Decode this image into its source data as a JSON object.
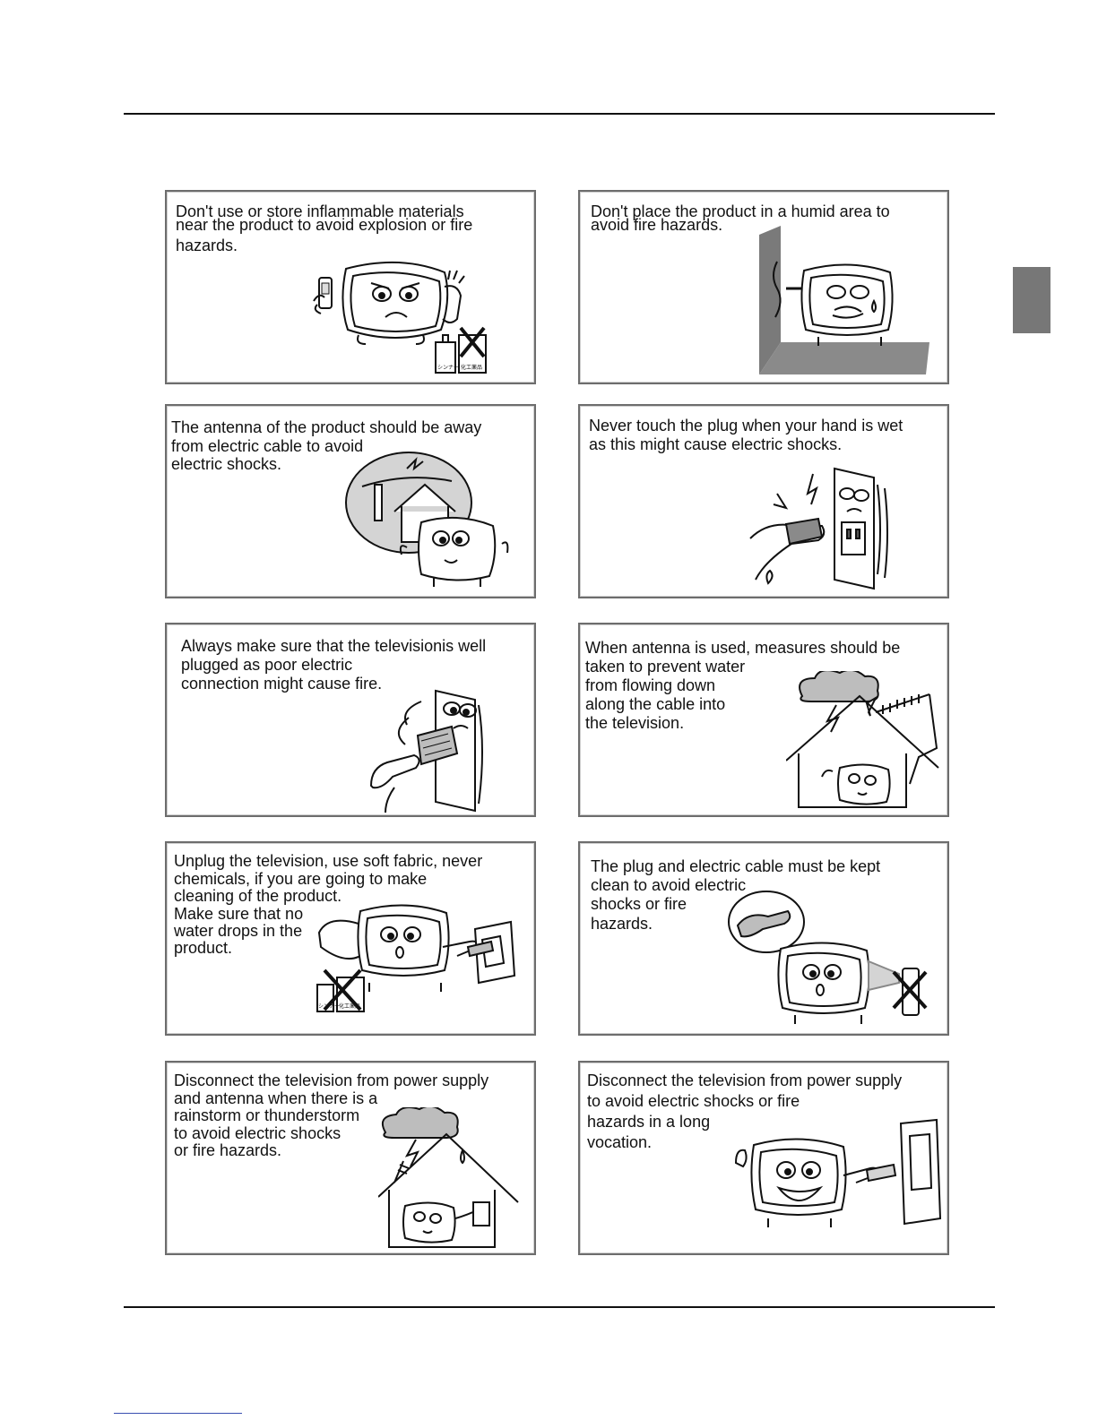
{
  "panels": [
    {
      "id": "flammable",
      "lines": [
        "Don't use or store inflammable materials",
        "near the product to avoid explosion or fire",
        "hazards."
      ]
    },
    {
      "id": "humid",
      "lines": [
        "Don't place the product in a humid area to",
        "avoid fire hazards."
      ]
    },
    {
      "id": "antenna-cable",
      "lines": [
        "The antenna of the product should be away",
        "from electric cable to avoid",
        "electric shocks."
      ]
    },
    {
      "id": "wet-hand",
      "lines": [
        "Never touch the plug when your hand is wet",
        "as this might cause electric shocks."
      ]
    },
    {
      "id": "well-plugged",
      "lines": [
        "Always make sure that the televisionis well",
        "plugged as poor electric",
        "connection might cause fire."
      ]
    },
    {
      "id": "antenna-water",
      "lines": [
        "When antenna is used, measures should be",
        "taken to prevent water",
        "from flowing down",
        "along the cable into",
        "the television."
      ]
    },
    {
      "id": "cleaning",
      "lines": [
        "Unplug the television, use soft fabric, never",
        "chemicals, if you are going to make",
        "cleaning of the product.",
        "Make sure that no",
        "water drops in the",
        "product."
      ]
    },
    {
      "id": "clean-plug",
      "lines": [
        "The plug and electric cable must be kept",
        "clean to avoid electric",
        "shocks or fire",
        "hazards."
      ]
    },
    {
      "id": "storm",
      "lines": [
        "Disconnect the television from power supply",
        "and antenna when there is a",
        "rainstorm or thunderstorm",
        "to avoid electric shocks",
        "or fire hazards."
      ]
    },
    {
      "id": "vacation",
      "lines": [
        "Disconnect the television from power supply",
        "to avoid electric shocks or fire",
        " hazards in a long",
        "vocation."
      ]
    }
  ],
  "bottle_labels": {
    "left": "シンナー",
    "right": "化工薬品"
  },
  "colors": {
    "rule": "#111111",
    "panel_border": "#6d6d6d",
    "side_tab": "#777777"
  }
}
